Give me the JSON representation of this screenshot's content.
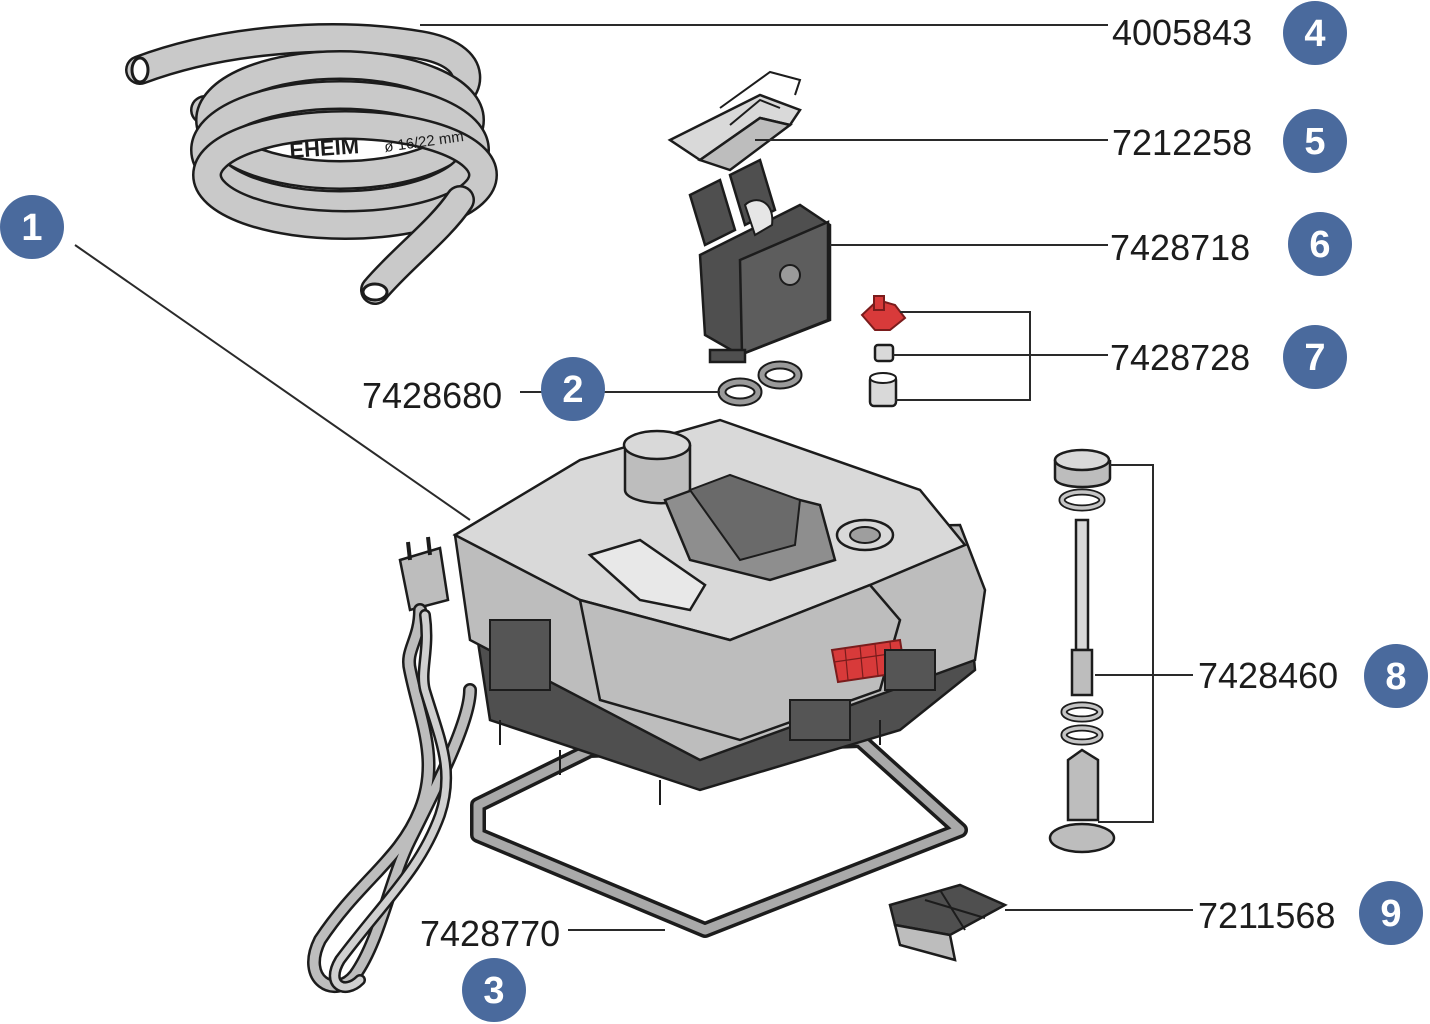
{
  "diagram": {
    "brand_text": "EHEIM",
    "hose_label": "ø 16/22 mm",
    "parts": [
      {
        "badge": "1",
        "number": ""
      },
      {
        "badge": "2",
        "number": "7428680"
      },
      {
        "badge": "3",
        "number": "7428770"
      },
      {
        "badge": "4",
        "number": "4005843"
      },
      {
        "badge": "5",
        "number": "7212258"
      },
      {
        "badge": "6",
        "number": "7428718"
      },
      {
        "badge": "7",
        "number": "7428728"
      },
      {
        "badge": "8",
        "number": "7428460"
      },
      {
        "badge": "9",
        "number": "7211568"
      }
    ]
  },
  "colors": {
    "badge": "#4a6a9d",
    "part_gray": "#bdbdbd",
    "part_dark": "#4f4f4f",
    "accent_red": "#d83a3a"
  }
}
